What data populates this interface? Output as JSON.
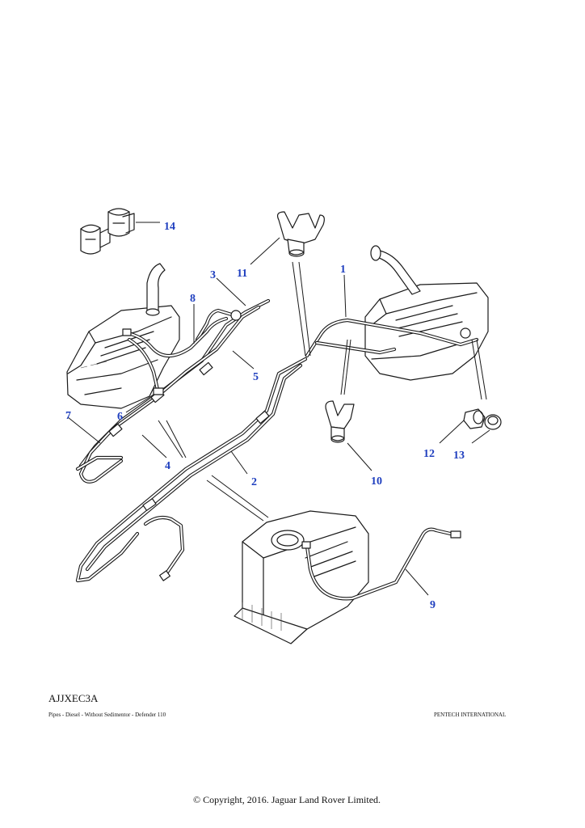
{
  "diagram_code": "AJJXEC3A",
  "caption_left": "Pipes - Diesel - Without Sedimentor - Defender 110",
  "caption_right": "PENTECH INTERNATIONAL",
  "copyright": "© Copyright, 2016. Jaguar Land Rover Limited.",
  "callouts": {
    "c1": "1",
    "c2": "2",
    "c3": "3",
    "c4": "4",
    "c5": "5",
    "c6": "6",
    "c7": "7",
    "c8": "8",
    "c9": "9",
    "c10": "10",
    "c11": "11",
    "c12": "12",
    "c13": "13",
    "c14": "14"
  },
  "colors": {
    "callout": "#1f3fbf",
    "ink": "#1a1a1a"
  }
}
